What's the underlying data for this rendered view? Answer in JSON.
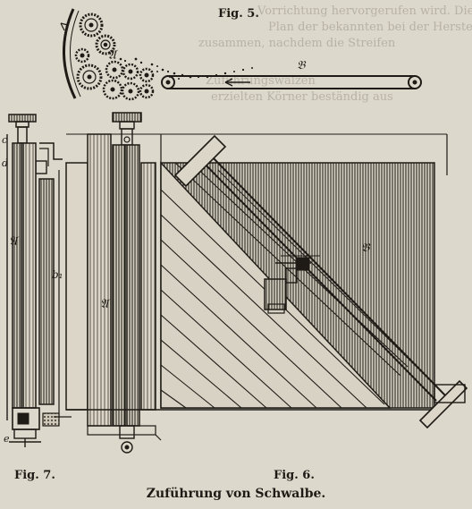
{
  "figures": {
    "fig5": {
      "caption": "Fig. 5.",
      "labels": {
        "a": "𝔄",
        "b": "𝔅"
      }
    },
    "fig6": {
      "caption": "Fig. 6.",
      "labels": {
        "a": "𝔄",
        "b": "𝔅"
      }
    },
    "fig7": {
      "caption": "Fig. 7.",
      "labels": {
        "a": "𝔄",
        "b": "b₁",
        "c": "c",
        "d": "d",
        "e": "e"
      }
    }
  },
  "title": "Zuführung von Schwalbe.",
  "bleed_through": [
    "Vorrichtung hervorgerufen wird. Die Streifen",
    "Plan der bekannten bei der Herstellung",
    "zusammen, nachdem die Streifen",
    "Zuführungswalzen",
    "erzielten Körner beständig aus"
  ]
}
